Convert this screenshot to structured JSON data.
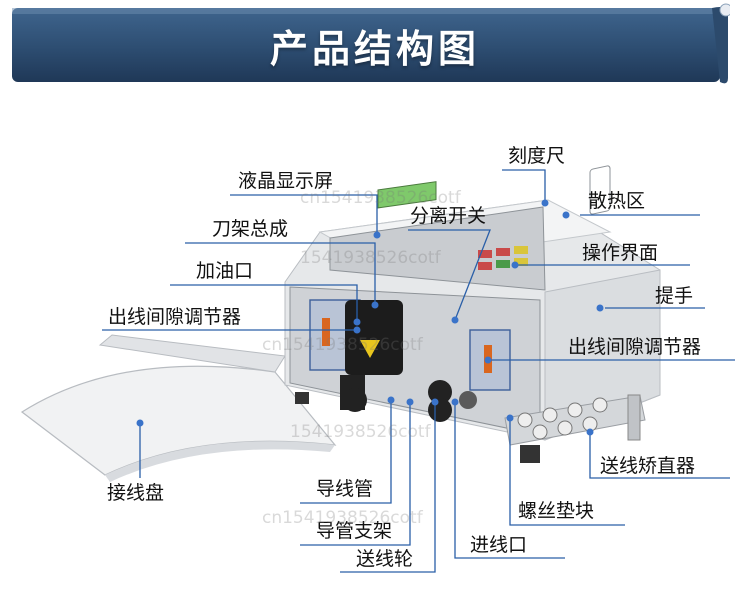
{
  "banner": {
    "title": "产品结构图"
  },
  "labels": {
    "lcd": "液晶显示屏",
    "scale": "刻度尺",
    "heat": "散热区",
    "separate_switch": "分离开关",
    "knife_frame": "刀架总成",
    "panel": "操作界面",
    "oil": "加油口",
    "handle": "提手",
    "gap_left": "出线间隙调节器",
    "gap_right": "出线间隙调节器",
    "tray": "接线盘",
    "straightener": "送线矫直器",
    "tube": "导线管",
    "screw": "螺丝垫块",
    "tube_bracket": "导管支架",
    "inlet": "进线口",
    "wheel": "送线轮"
  },
  "watermark": [
    "cn1541938526cotf",
    "1541938526cotf",
    "cn1541938526cotf",
    "1541938526cotf",
    "cn1541938526cotf"
  ],
  "colors": {
    "banner": "#2f4f73",
    "banner_dark": "#1e3552",
    "label_line": "#2a5fa8",
    "dot": "#3a73c9",
    "machine_body": "#ebeced",
    "panel_face": "#c9ccd0"
  }
}
